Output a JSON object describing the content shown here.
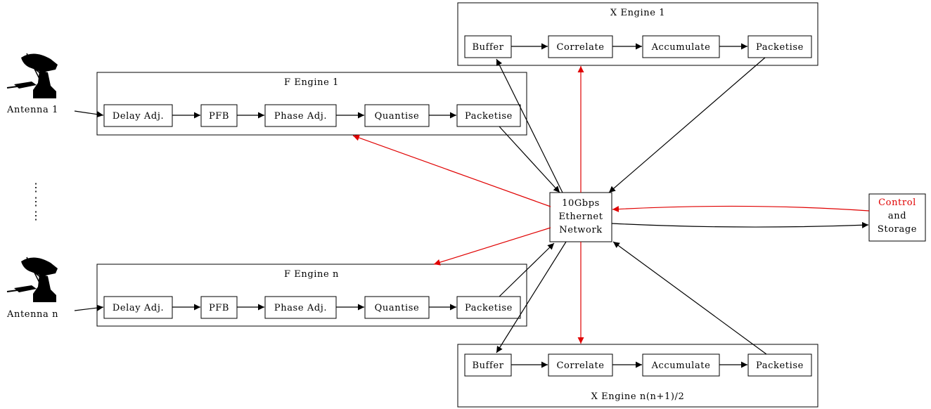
{
  "colors": {
    "line": "#000000",
    "control": "#e00000"
  },
  "antennas": [
    {
      "label": "Antenna 1",
      "icon": "satellite-dish-icon"
    },
    {
      "label": "Antenna n",
      "icon": "satellite-dish-icon"
    }
  ],
  "ellipsis": "⋮",
  "f_engines": [
    {
      "title": "F Engine 1",
      "blocks": [
        "Delay Adj.",
        "PFB",
        "Phase Adj.",
        "Quantise",
        "Packetise"
      ]
    },
    {
      "title": "F Engine n",
      "blocks": [
        "Delay Adj.",
        "PFB",
        "Phase Adj.",
        "Quantise",
        "Packetise"
      ]
    }
  ],
  "x_engines": [
    {
      "title": "X Engine 1",
      "blocks": [
        "Buffer",
        "Correlate",
        "Accumulate",
        "Packetise"
      ]
    },
    {
      "title": "X Engine n(n+1)/2",
      "blocks": [
        "Buffer",
        "Correlate",
        "Accumulate",
        "Packetise"
      ]
    }
  ],
  "network": {
    "lines": [
      "10Gbps",
      "Ethernet",
      "Network"
    ]
  },
  "control": {
    "line1": "Control",
    "line2": "and",
    "line3": "Storage"
  }
}
